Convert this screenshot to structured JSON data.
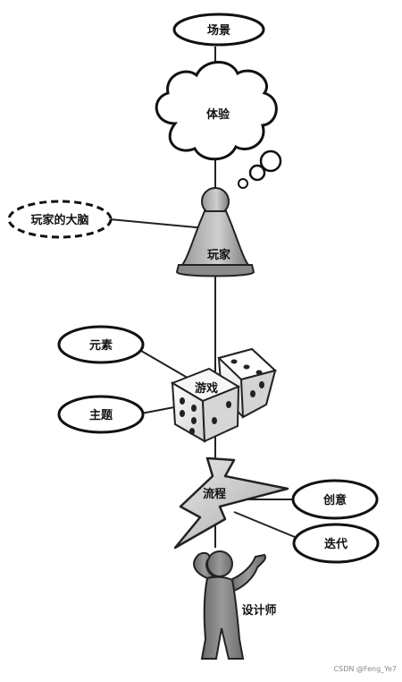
{
  "nodes": {
    "scene": "场景",
    "experience": "体验",
    "player_brain": "玩家的大脑",
    "player": "玩家",
    "elements": "元素",
    "theme": "主题",
    "game": "游戏",
    "process": "流程",
    "creativity": "创意",
    "iteration": "迭代",
    "designer": "设计师"
  },
  "watermark": "CSDN @Feng_Ye7"
}
